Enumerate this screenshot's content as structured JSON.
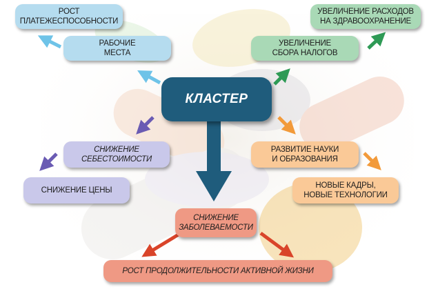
{
  "center": {
    "label": "КЛАСТЕР"
  },
  "boxes": {
    "solvency": {
      "line1": "РОСТ",
      "line2": "ПЛАТЕЖЕСПОСОБНОСТИ"
    },
    "jobs": {
      "line1": "РАБОЧИЕ",
      "line2": "МЕСТА"
    },
    "health_spending": {
      "line1": "УВЕЛИЧЕНИЕ РАСХОДОВ",
      "line2": "НА ЗДРАВООХРАНЕНИЕ"
    },
    "taxes": {
      "line1": "УВЕЛИЧЕНИЕ",
      "line2": "СБОРА НАЛОГОВ"
    },
    "cost": {
      "line1": "СНИЖЕНИЕ",
      "line2": "СЕБЕСТОИМОСТИ"
    },
    "price": {
      "line1": "СНИЖЕНИЕ ЦЕНЫ"
    },
    "science": {
      "line1": "РАЗВИТИЕ НАУКИ",
      "line2": "И ОБРАЗОВАНИЯ"
    },
    "personnel": {
      "line1": "НОВЫЕ КАДРЫ,",
      "line2": "НОВЫЕ ТЕХНОЛОГИИ"
    },
    "morbidity": {
      "line1": "СНИЖЕНИЕ",
      "line2": "ЗАБОЛЕВАЕМОСТИ"
    },
    "longevity": {
      "line1": "РОСТ ПРОДОЛЖИТЕЛЬНОСТИ АКТИВНОЙ ЖИЗНИ"
    }
  },
  "colors": {
    "center": "#1f5c7c",
    "blue": "#b5dcef",
    "blue_arrow": "#6ec3e8",
    "green": "#a9d9b6",
    "green_arrow": "#2e9a55",
    "lavender": "#c9c8ea",
    "lavender_arrow": "#6a5bb3",
    "orange": "#fac997",
    "orange_arrow": "#f29a3a",
    "red": "#ef9984",
    "red_arrow": "#d9442a"
  }
}
